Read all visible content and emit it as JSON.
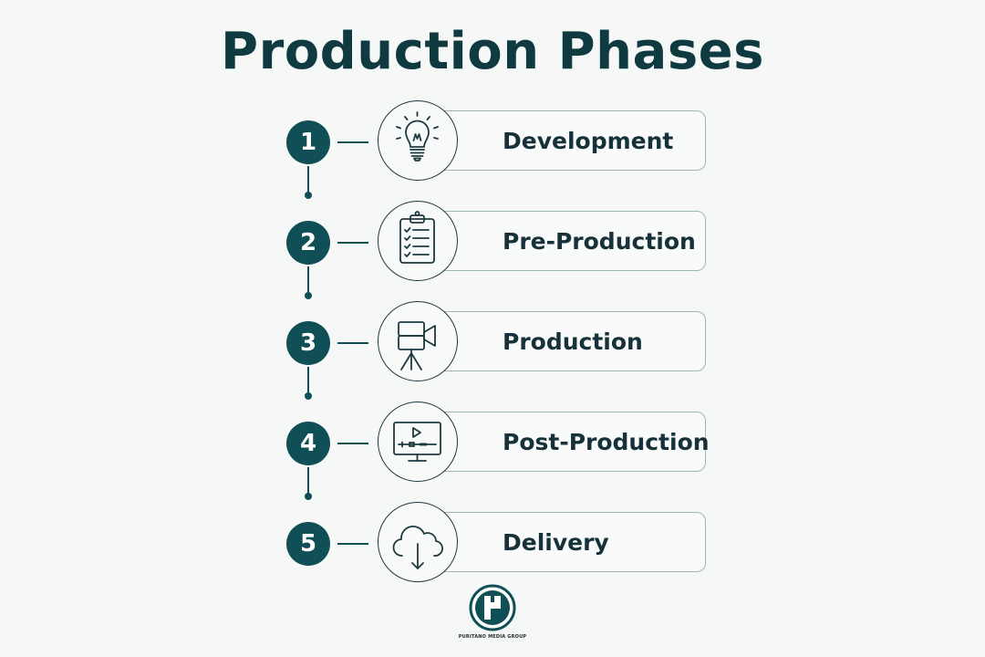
{
  "title": "Production Phases",
  "colors": {
    "accent": "#0f4f55",
    "title": "#0f3a3f",
    "card_border": "#9fb6b8",
    "background": "#f6f7f7"
  },
  "phases": [
    {
      "number": "1",
      "label": "Development",
      "icon": "lightbulb-icon"
    },
    {
      "number": "2",
      "label": "Pre-Production",
      "icon": "clipboard-checklist-icon"
    },
    {
      "number": "3",
      "label": "Production",
      "icon": "film-camera-icon"
    },
    {
      "number": "4",
      "label": "Post-Production",
      "icon": "video-editing-monitor-icon"
    },
    {
      "number": "5",
      "label": "Delivery",
      "icon": "cloud-download-icon"
    }
  ],
  "brand": {
    "logo_text": "PURITANO MEDIA GROUP",
    "icon": "brand-logo-icon"
  }
}
